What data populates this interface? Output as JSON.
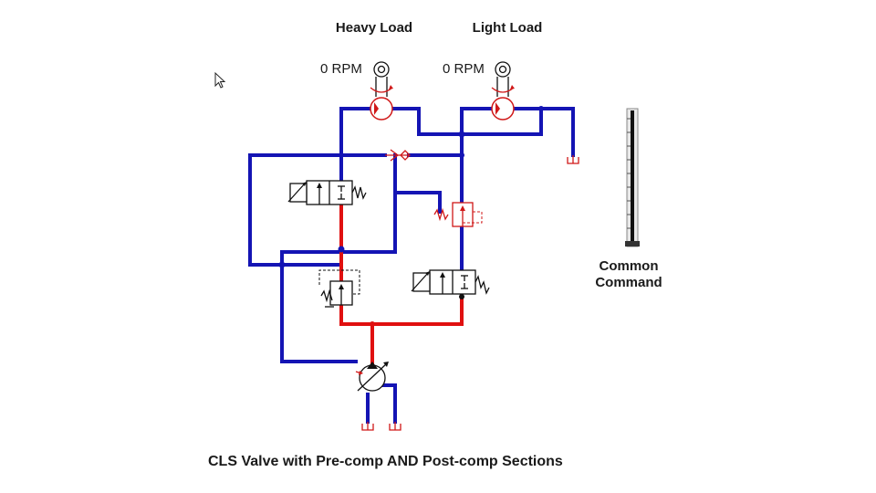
{
  "motors": {
    "heavy": {
      "title": "Heavy Load",
      "rpm": "0 RPM"
    },
    "light": {
      "title": "Light Load",
      "rpm": "0 RPM"
    }
  },
  "command": {
    "line1": "Common",
    "line2": "Command"
  },
  "caption": "CLS Valve with Pre-comp AND Post-comp Sections",
  "colors": {
    "tank_line": "#1414b4",
    "pressure_line": "#e01010",
    "symbol": "#111111"
  },
  "icons": {
    "cursor": "arrow-cursor-icon"
  }
}
